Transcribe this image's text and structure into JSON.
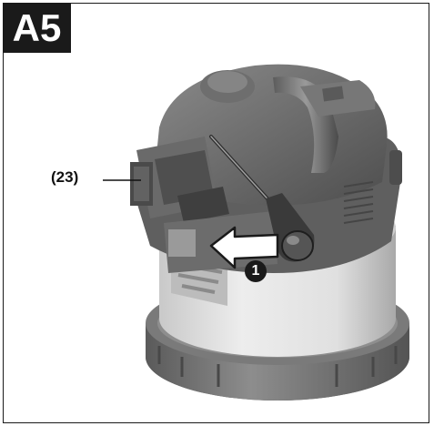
{
  "figure": {
    "label": "A5"
  },
  "callouts": {
    "part_ref": "(23)",
    "step_number": "1"
  },
  "colors": {
    "frame": "#1a1a1a",
    "label_bg": "#1a1a1a",
    "label_text": "#ffffff",
    "device_dark": "#5e5e5e",
    "device_mid": "#7c7c7c",
    "container": "#d8d8d8",
    "arrow_fill": "#ffffff"
  },
  "icons": {
    "tool": "screwdriver-icon",
    "direction": "push-arrow-icon",
    "step_marker": "step-number-badge"
  }
}
